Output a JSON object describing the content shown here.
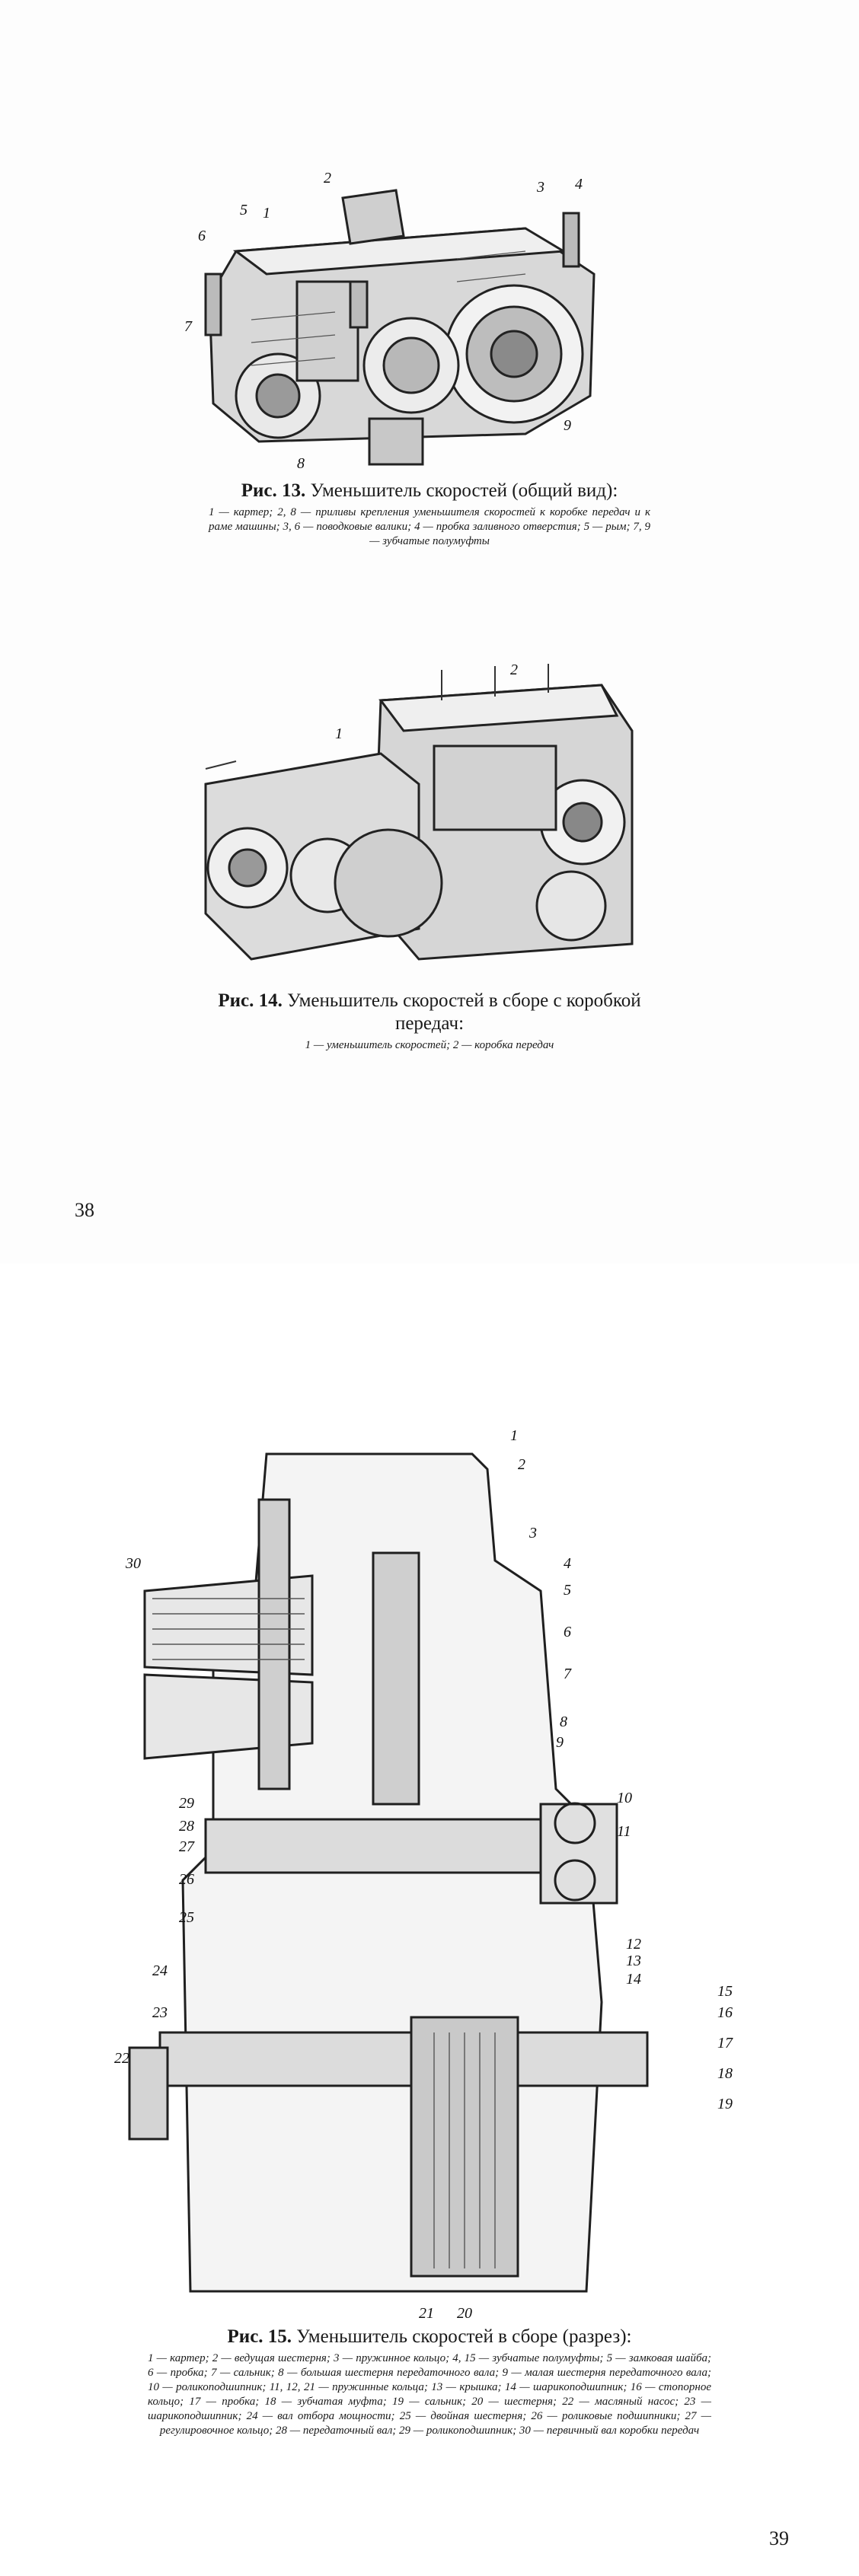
{
  "page_left": {
    "page_number": "38",
    "fig13": {
      "label": "Рис. 13.",
      "title": "Уменьшитель скоростей (общий вид):",
      "legend": "1 — картер; 2, 8 — приливы крепления уменьшителя скоростей к коробке передач и к раме машины; 3, 6 — поводковые валики; 4 — пробка заливного отверстия; 5 — рым; 7, 9 — зубчатые полумуфты",
      "callouts": [
        "1",
        "2",
        "3",
        "4",
        "5",
        "6",
        "7",
        "8",
        "9"
      ]
    },
    "fig14": {
      "label": "Рис. 14.",
      "title": "Уменьшитель скоростей в сборе с коробкой передач:",
      "legend": "1 — уменьшитель скоростей; 2 — коробка передач",
      "callouts": [
        "1",
        "2"
      ]
    }
  },
  "page_right": {
    "page_number": "39",
    "fig15": {
      "label": "Рис. 15.",
      "title": "Уменьшитель скоростей в сборе (разрез):",
      "legend": "1 — картер; 2 — ведущая шестерня; 3 — пружинное кольцо; 4, 15 — зубчатые полумуфты; 5 — замковая шайба; 6 — пробка; 7 — сальник; 8 — большая шестерня передаточного вала; 9 — малая шестерня передаточного вала; 10 — роликоподшипник; 11, 12, 21 — пружинные кольца; 13 — крышка; 14 — шарикоподшипник; 16 — стопорное кольцо; 17 — пробка; 18 — зубчатая муфта; 19 — сальник; 20 — шестерня; 22 — масляный насос; 23 — шарикоподшипник; 24 — вал отбора мощности; 25 — двойная шестерня; 26 — роликовые подшипники; 27 — регулировочное кольцо; 28 — передаточный вал; 29 — роликоподшипник; 30 — первичный вал коробки передач",
      "callouts": [
        "1",
        "2",
        "3",
        "4",
        "5",
        "6",
        "7",
        "8",
        "9",
        "10",
        "11",
        "12",
        "13",
        "14",
        "15",
        "16",
        "17",
        "18",
        "19",
        "20",
        "21",
        "22",
        "23",
        "24",
        "25",
        "26",
        "27",
        "28",
        "29",
        "30"
      ]
    }
  }
}
